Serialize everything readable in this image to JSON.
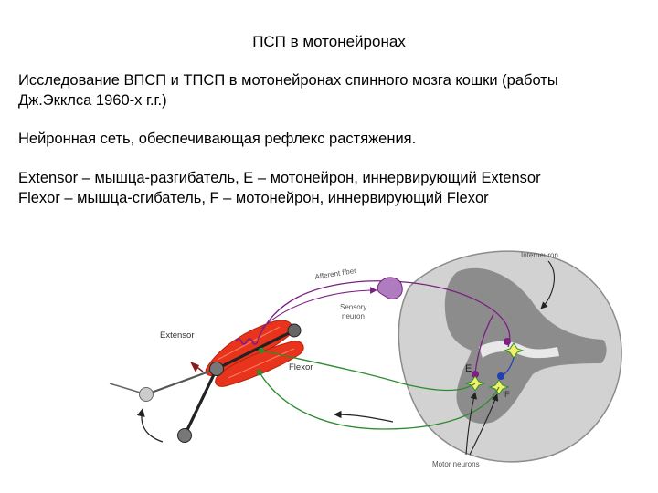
{
  "title": "ПСП в мотонейронах",
  "paragraphs": {
    "study_line1": "Исследование ВПСП и ТПСП в мотонейронах спинного мозга кошки (работы",
    "study_line2": "Дж.Экклса 1960-х г.г.)",
    "network": "Нейронная сеть, обеспечивающая рефлекс растяжения.",
    "extensor_def": "Extensor – мышца-разгибатель, E – мотонейрон, иннервирующий Extensor",
    "flexor_def": "Flexor – мышца-сгибатель, F – мотонейрон, иннервирующий Flexor"
  },
  "diagram": {
    "labels": {
      "interneuron": "Interneuron",
      "afferent_fiber": "Afferent fiber",
      "sensory_neuron_line1": "Sensory",
      "sensory_neuron_line2": "neuron",
      "extensor": "Extensor",
      "flexor": "Flexor",
      "e": "E",
      "f": "F",
      "motor_neurons": "Motor neurons"
    },
    "colors": {
      "afferent": "#7b1f83",
      "motor": "#2e8b2e",
      "muscle": "#e8341c",
      "gray_matter": "#8c8c8c",
      "white_matter": "#d2d2d2"
    }
  }
}
